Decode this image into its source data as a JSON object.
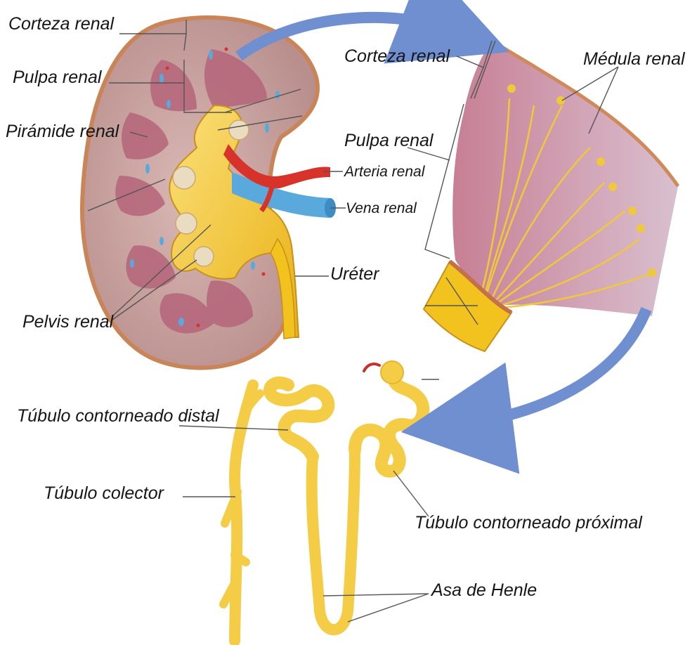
{
  "labels": {
    "corteza_renal_1": "Corteza renal",
    "pulpa_renal_1": "Pulpa renal",
    "piramide_renal": "Pirámide renal",
    "pelvis_renal": "Pelvis renal",
    "arteria_renal": "Arteria renal",
    "vena_renal": "Vena renal",
    "ureter": "Uréter",
    "corteza_renal_2": "Corteza renal",
    "medula_renal": "Médula renal",
    "pulpa_renal_2": "Pulpa renal",
    "tubulo_distal": "Túbulo contorneado distal",
    "tubulo_colector": "Túbulo colector",
    "tubulo_proximal": "Túbulo contorneado próximal",
    "asa_henle": "Asa de Henle"
  },
  "colors": {
    "cortex": "#c9a3a3",
    "capsule": "#d08a5a",
    "pyramid": "#b5657a",
    "pelvis": "#f2c21f",
    "artery": "#d8332a",
    "vein": "#5aa9dc",
    "tubule": "#f4cc45",
    "arrow": "#6f8fd0",
    "leader": "#555555"
  }
}
